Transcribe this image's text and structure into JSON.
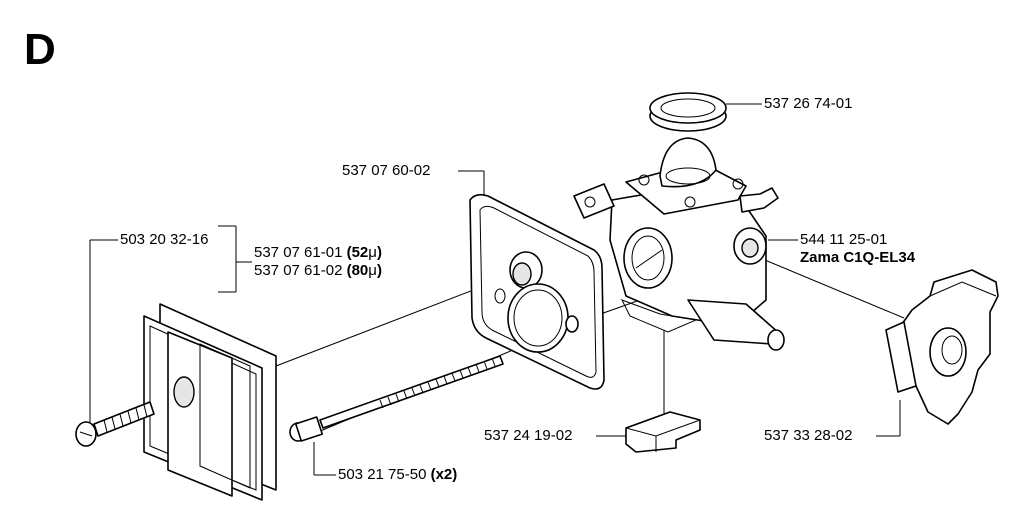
{
  "section": {
    "letter": "D"
  },
  "parts": {
    "gasket_ring": {
      "number": "537 26 74-01"
    },
    "insulator_gasket": {
      "number": "537 07 60-02"
    },
    "carburetor": {
      "number": "544 11 25-01",
      "model": "Zama C1Q-EL34"
    },
    "screw_short": {
      "number": "503 20 32-16"
    },
    "filter_screen_52": {
      "number": "537 07 61-01",
      "spec": "52",
      "unit": "μ"
    },
    "filter_screen_80": {
      "number": "537 07 61-02",
      "spec": "80",
      "unit": "μ"
    },
    "long_bolt": {
      "number": "503 21 75-50",
      "qty": "x2"
    },
    "block": {
      "number": "537 24 19-02"
    },
    "heat_shield": {
      "number": "537 33 28-02"
    }
  }
}
